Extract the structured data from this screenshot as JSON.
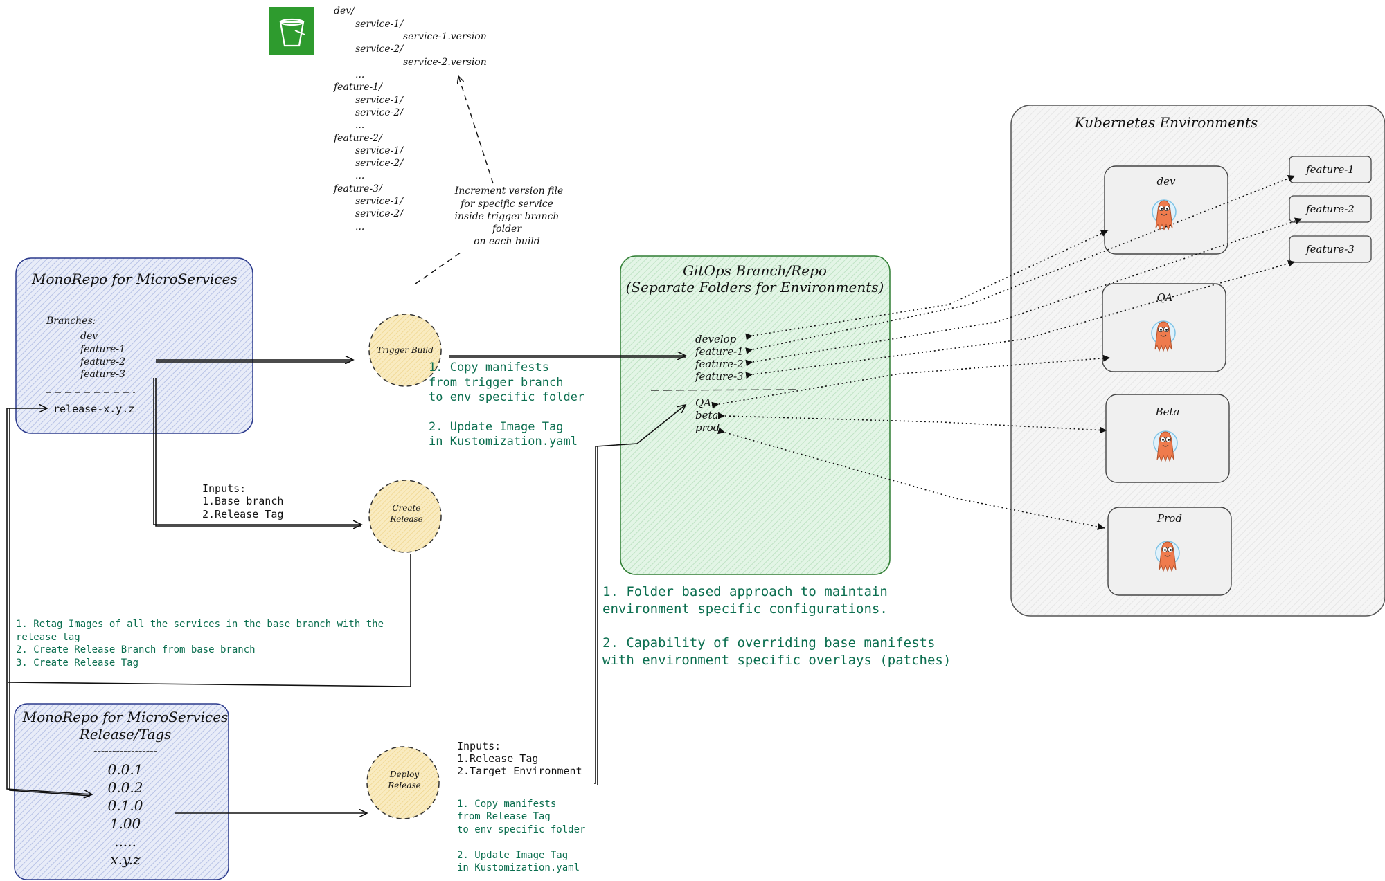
{
  "colors": {
    "monorepo_fill": "#dde3f3",
    "monorepo_stroke": "#2b3a8c",
    "gitops_fill": "#d8f0dc",
    "gitops_stroke": "#2e7d32",
    "circle_fill": "#f8e6b0",
    "k8s_fill": "#f2f2f2",
    "green_text": "#0b6e4f",
    "s3_green": "#2e9b2e",
    "argo_orange": "#ef7b4d"
  },
  "icons": {
    "bucket": "s3-bucket-icon",
    "argo": "argo-octopus-icon"
  },
  "bucket_tree": [
    "dev/",
    "service-1/",
    "service-1.version",
    "service-2/",
    "service-2.version",
    "...",
    "feature-1/",
    "service-1/",
    "service-2/",
    "...",
    "feature-2/",
    "service-1/",
    "service-2/",
    "...",
    "feature-3/",
    "service-1/",
    "service-2/",
    "..."
  ],
  "increment_note": [
    "Increment version file",
    "for specific service",
    "inside trigger branch",
    "folder",
    "on each build"
  ],
  "monorepo": {
    "title": "MonoRepo for MicroServices",
    "branches_label": "Branches:",
    "branches": [
      "dev",
      "feature-1",
      "feature-2",
      "feature-3"
    ],
    "dashes": "- - - - - - - - - -",
    "release": "release-x.y.z"
  },
  "trigger_build": "Trigger Build",
  "create_release": [
    "Create",
    "Release"
  ],
  "deploy_release": [
    "Deploy",
    "Release"
  ],
  "create_inputs": [
    "Inputs:",
    "1.Base branch",
    "2.Release Tag"
  ],
  "trigger_steps": [
    "1. Copy manifests",
    "   from trigger branch",
    "   to env specific folder",
    "",
    "2. Update Image Tag",
    "   in Kustomization.yaml"
  ],
  "release_steps": [
    "1. Retag Images of all the services in the base branch with the",
    "   release tag",
    "2. Create Release Branch from base branch",
    "3. Create Release Tag"
  ],
  "release_repo": {
    "title1": "MonoRepo for MicroServices",
    "title2": "Release/Tags",
    "dashes": "-----------------",
    "tags": [
      "0.0.1",
      "0.0.2",
      "0.1.0",
      "1.00",
      ".....",
      "x.y.z"
    ]
  },
  "deploy_inputs": [
    "Inputs:",
    "1.Release Tag",
    "2.Target Environment"
  ],
  "deploy_steps": [
    "1. Copy manifests",
    "   from Release Tag",
    "   to env specific folder",
    "",
    "2. Update Image Tag",
    "   in Kustomization.yaml"
  ],
  "gitops": {
    "title1": "GitOps Branch/Repo",
    "title2": "(Separate Folders for Environments)",
    "envs_top": [
      "develop",
      "feature-1",
      "feature-2",
      "feature-3"
    ],
    "envs_bottom": [
      "QA",
      "beta",
      "prod"
    ]
  },
  "gitops_notes": [
    "1. Folder based approach to maintain",
    "   environment specific configurations.",
    "",
    "2. Capability of overriding base manifests",
    "   with environment specific overlays (patches)"
  ],
  "k8s": {
    "title": "Kubernetes Environments",
    "envs": [
      "dev",
      "QA",
      "Beta",
      "Prod"
    ],
    "features": [
      "feature-1",
      "feature-2",
      "feature-3"
    ]
  }
}
